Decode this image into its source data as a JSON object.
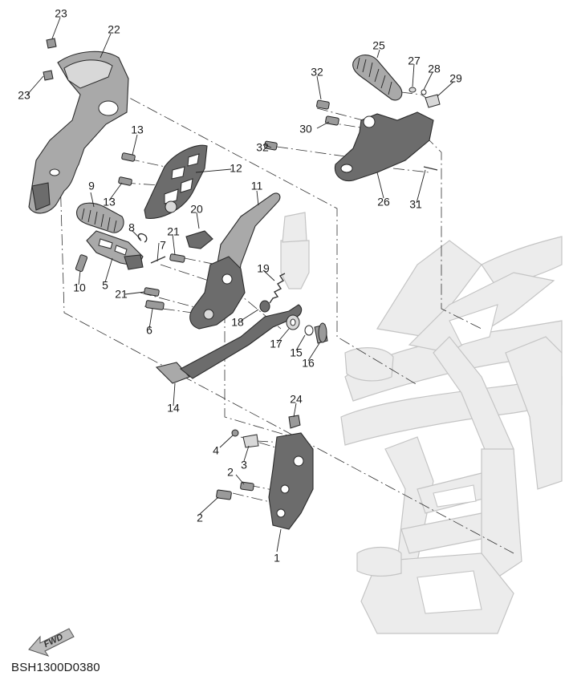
{
  "diagram": {
    "callouts": [
      "1",
      "2",
      "2",
      "3",
      "4",
      "5",
      "6",
      "7",
      "8",
      "9",
      "10",
      "11",
      "12",
      "13",
      "13",
      "14",
      "15",
      "16",
      "17",
      "18",
      "19",
      "20",
      "21",
      "21",
      "22",
      "23",
      "23",
      "24",
      "25",
      "26",
      "27",
      "28",
      "29",
      "30",
      "31",
      "32",
      "32"
    ],
    "direction_arrow": "FWD",
    "document_code": "BSH1300D0380",
    "colors": {
      "frame": "#ececec",
      "part_dark": "#6c6c6c",
      "part_mid": "#a9a9a9",
      "line": "#222222"
    },
    "icons": [
      "fwd-arrow-icon"
    ]
  }
}
